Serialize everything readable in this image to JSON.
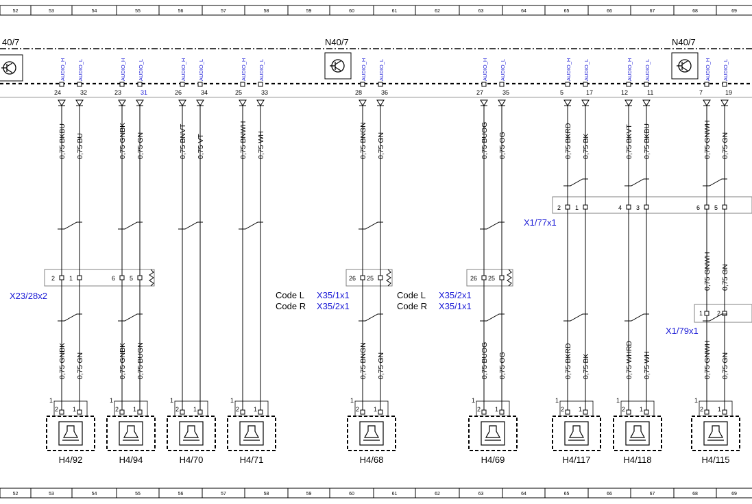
{
  "grid": {
    "columns": [
      "52",
      "53",
      "54",
      "55",
      "56",
      "57",
      "58",
      "59",
      "60",
      "61",
      "62",
      "63",
      "64",
      "65",
      "66",
      "67",
      "68",
      "69"
    ]
  },
  "modules": {
    "left_partial": "40/7",
    "center": "N40/7",
    "right": "N40/7"
  },
  "signal_labels": {
    "audio_h": "AUDIO_H",
    "audio_l": "AUDIO_L"
  },
  "connectors": {
    "x23": "X23/28x2",
    "x1_77": "X1/77x1",
    "x1_79": "X1/79x1"
  },
  "codes": {
    "group1": {
      "code_l": "Code L",
      "code_r": "Code R",
      "ref_l": "X35/1x1",
      "ref_r": "X35/2x1"
    },
    "group2": {
      "code_l": "Code L",
      "code_r": "Code R",
      "ref_l": "X35/2x1",
      "ref_r": "X35/1x1"
    }
  },
  "speakers": [
    {
      "label": "H4/92",
      "wires": [
        {
          "pin": "24",
          "upper": "0,75 BKBU",
          "lower": "0,75 GNBK",
          "conn_pin": "2",
          "spk_pin": "2"
        },
        {
          "pin": "32",
          "upper": "0,75 BU",
          "lower": "0,75 GN",
          "conn_pin": "1",
          "spk_pin": "1"
        }
      ]
    },
    {
      "label": "H4/94",
      "wires": [
        {
          "pin": "23",
          "upper": "0,75 GNBK",
          "lower": "0,75 GNBK",
          "conn_pin": "6",
          "spk_pin": "2"
        },
        {
          "pin": "31",
          "upper": "0,75 GN",
          "lower": "0,75 BUGN",
          "conn_pin": "5",
          "spk_pin": "1"
        }
      ]
    },
    {
      "label": "H4/70",
      "wires": [
        {
          "pin": "26",
          "upper": "0,75 BNVT",
          "lower": "",
          "conn_pin": "",
          "spk_pin": "2"
        },
        {
          "pin": "34",
          "upper": "0,75 VT",
          "lower": "",
          "conn_pin": "",
          "spk_pin": "1"
        }
      ]
    },
    {
      "label": "H4/71",
      "wires": [
        {
          "pin": "25",
          "upper": "0,75 BNWH",
          "lower": "",
          "conn_pin": "",
          "spk_pin": "2"
        },
        {
          "pin": "33",
          "upper": "0,75 WH",
          "lower": "",
          "conn_pin": "",
          "spk_pin": "1"
        }
      ]
    },
    {
      "label": "H4/68",
      "wires": [
        {
          "pin": "28",
          "upper": "0,75 BNGN",
          "lower": "0,75 BNGN",
          "conn_pin": "26",
          "spk_pin": "2"
        },
        {
          "pin": "36",
          "upper": "0,75 GN",
          "lower": "0,75 GN",
          "conn_pin": "25",
          "spk_pin": "1"
        }
      ]
    },
    {
      "label": "H4/69",
      "wires": [
        {
          "pin": "27",
          "upper": "0,75 BUOG",
          "lower": "0,75 BUOG",
          "conn_pin": "26",
          "spk_pin": "2"
        },
        {
          "pin": "35",
          "upper": "0,75 OG",
          "lower": "0,75 OG",
          "conn_pin": "25",
          "spk_pin": "1"
        }
      ]
    },
    {
      "label": "H4/117",
      "wires": [
        {
          "pin": "5",
          "upper": "0,75 BKRD",
          "lower": "0,75 BKRD",
          "conn_pin": "2",
          "spk_pin": "2"
        },
        {
          "pin": "17",
          "upper": "0,75 BK",
          "lower": "0,75 BK",
          "conn_pin": "1",
          "spk_pin": "1"
        }
      ]
    },
    {
      "label": "H4/118",
      "wires": [
        {
          "pin": "12",
          "upper": "0,75 BKVT",
          "lower": "0,75 WHRD",
          "conn_pin": "4",
          "spk_pin": "2"
        },
        {
          "pin": "11",
          "upper": "0,75 BKBU",
          "lower": "0,75 WH",
          "conn_pin": "3",
          "spk_pin": "1"
        }
      ]
    },
    {
      "label": "H4/115",
      "wires": [
        {
          "pin": "7",
          "upper": "0,75 GNWH",
          "lower": "0,75 GNWH",
          "conn_pin": "6",
          "spk_pin": "2",
          "mid": "0,75 GNWH",
          "conn2_pin": "1"
        },
        {
          "pin": "19",
          "upper": "0,75 GN",
          "lower": "0,75 GN",
          "conn_pin": "5",
          "spk_pin": "1",
          "mid": "0,75 GN",
          "conn2_pin": "2"
        }
      ]
    }
  ],
  "colors": {
    "line": "#000000",
    "link": "#1a1ad6",
    "box_border": "#808080"
  }
}
